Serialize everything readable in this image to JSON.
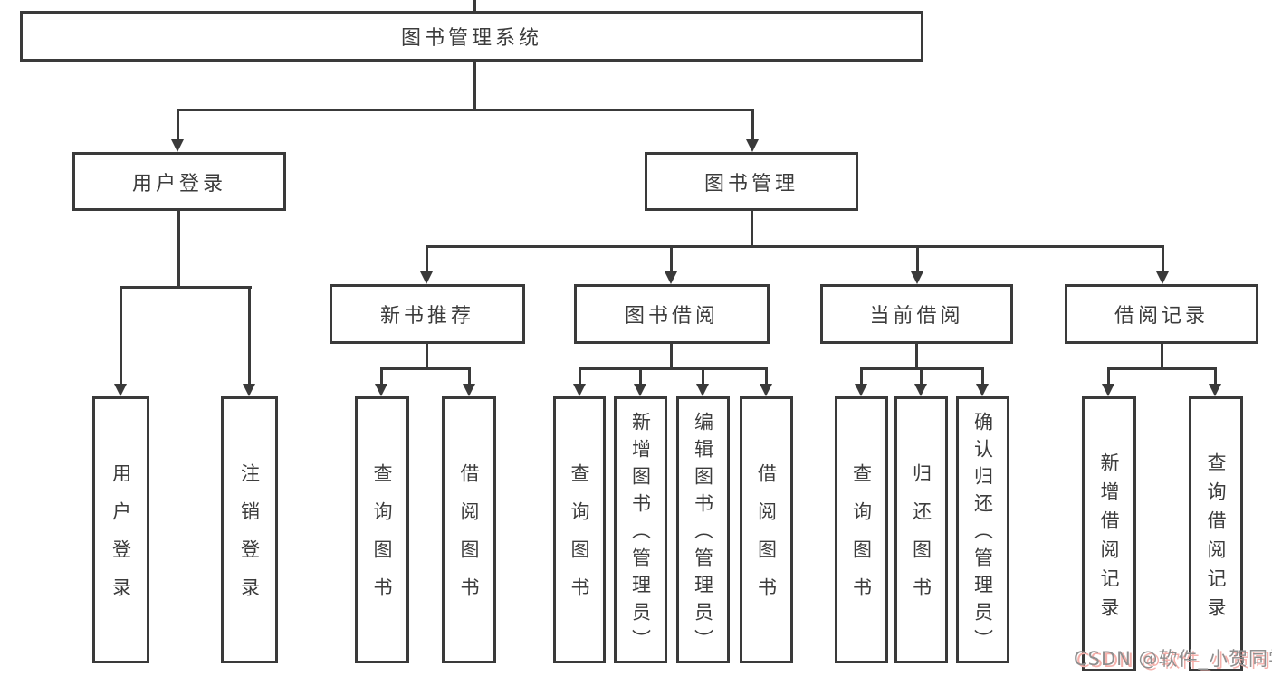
{
  "tree": {
    "root": {
      "label": "图书管理系统",
      "children": [
        {
          "label": "用户登录",
          "children": [
            {
              "label": "用户登录"
            },
            {
              "label": "注销登录"
            }
          ]
        },
        {
          "label": "图书管理",
          "children": [
            {
              "label": "新书推荐",
              "children": [
                {
                  "label": "查询图书"
                },
                {
                  "label": "借阅图书"
                }
              ]
            },
            {
              "label": "图书借阅",
              "children": [
                {
                  "label": "查询图书"
                },
                {
                  "label": "新增图书（管理员）"
                },
                {
                  "label": "编辑图书（管理员）"
                },
                {
                  "label": "借阅图书"
                }
              ]
            },
            {
              "label": "当前借阅",
              "children": [
                {
                  "label": "查询图书"
                },
                {
                  "label": "归还图书"
                },
                {
                  "label": "确认归还（管理员）"
                }
              ]
            },
            {
              "label": "借阅记录",
              "children": [
                {
                  "label": "新增借阅记录"
                },
                {
                  "label": "查询借阅记录"
                }
              ]
            }
          ]
        }
      ]
    }
  },
  "watermark": {
    "text": "CSDN @软件_小贺同学"
  },
  "colors": {
    "line": "#3a3a3a",
    "text": "#3c3c3c",
    "background": "#ffffff",
    "watermark_text": "#8f8f8f",
    "watermark_shadow": "#f5b0ab"
  }
}
